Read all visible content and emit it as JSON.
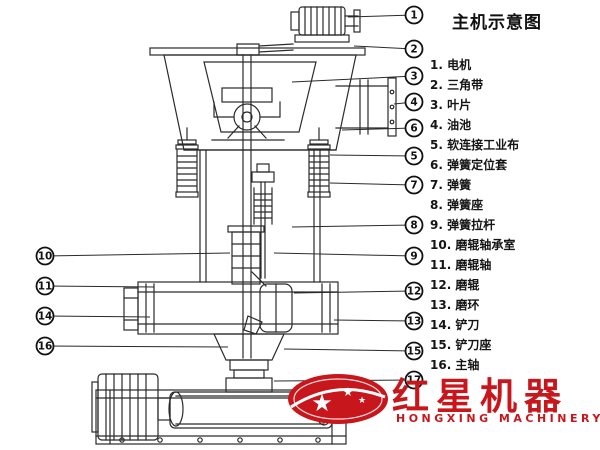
{
  "title": "主机示意图",
  "legend": {
    "items": [
      {
        "id": "1",
        "label": "电机"
      },
      {
        "id": "2",
        "label": "三角带"
      },
      {
        "id": "3",
        "label": "叶片"
      },
      {
        "id": "4",
        "label": "油池"
      },
      {
        "id": "5",
        "label": "软连接工业布"
      },
      {
        "id": "6",
        "label": "弹簧定位套"
      },
      {
        "id": "7",
        "label": "弹簧"
      },
      {
        "id": "8",
        "label": "弹簧座"
      },
      {
        "id": "9",
        "label": "弹簧拉杆"
      },
      {
        "id": "10",
        "label": "磨辊轴承室"
      },
      {
        "id": "11",
        "label": "磨辊轴"
      },
      {
        "id": "12",
        "label": "磨辊"
      },
      {
        "id": "13",
        "label": "磨环"
      },
      {
        "id": "14",
        "label": "铲刀"
      },
      {
        "id": "15",
        "label": "铲刀座"
      },
      {
        "id": "16",
        "label": "主轴"
      }
    ]
  },
  "callouts": {
    "right": [
      "1",
      "2",
      "3",
      "4",
      "6",
      "5",
      "7",
      "8",
      "9",
      "12",
      "13",
      "15",
      "17"
    ],
    "left": [
      "10",
      "11",
      "14",
      "16"
    ]
  },
  "watermark": {
    "brand_cn": "红星机器",
    "brand_en": "HONGXING MACHINERY",
    "color": "#c8171c"
  },
  "colors": {
    "line": "#2a2a2a",
    "text": "#111111",
    "background": "#ffffff",
    "brand_red": "#c8171c"
  }
}
